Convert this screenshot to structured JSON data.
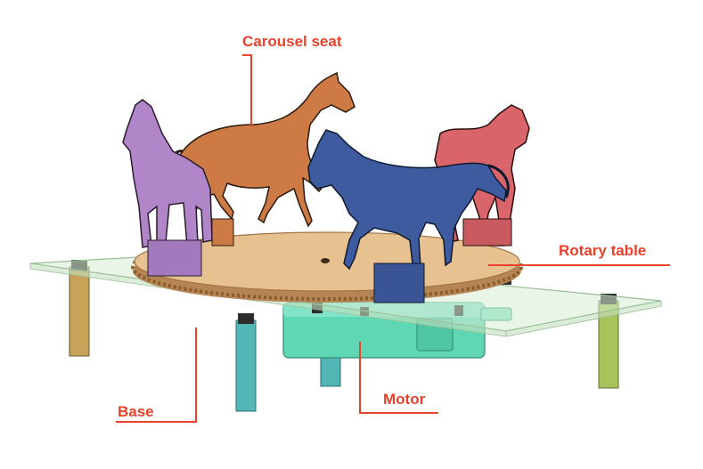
{
  "diagram": {
    "accent_color": "#e8412c",
    "labels": {
      "carousel_seat": "Carousel seat",
      "rotary_table": "Rotary table",
      "motor": "Motor",
      "base": "Base"
    },
    "component_colors": {
      "horse_orange": "#cd7a45",
      "horse_purple": "#b086c8",
      "horse_blue": "#3f5ba0",
      "horse_red": "#d9656a",
      "rotary_table": "#e8c190",
      "motor": "#5fd6b4",
      "base_plate": "#d6ecd4",
      "leg_tan": "#c9a25a",
      "leg_teal": "#52b6b4",
      "leg_green": "#a7c45a"
    }
  }
}
